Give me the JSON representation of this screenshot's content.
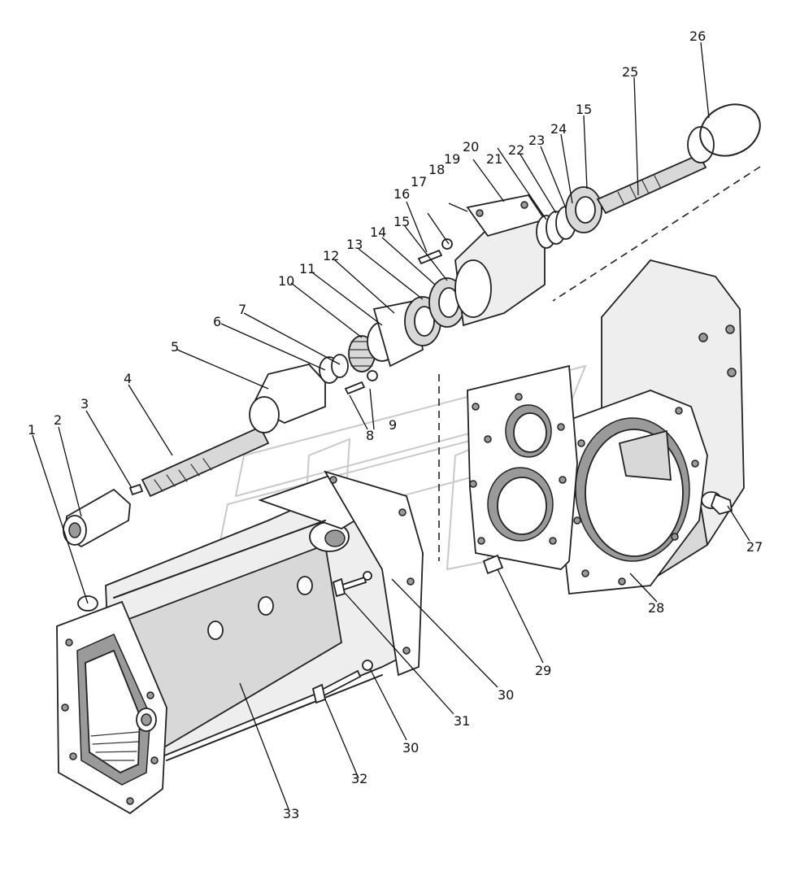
{
  "callouts": [
    {
      "id": "1",
      "label": "1"
    },
    {
      "id": "2",
      "label": "2"
    },
    {
      "id": "3",
      "label": "3"
    },
    {
      "id": "4",
      "label": "4"
    },
    {
      "id": "5",
      "label": "5"
    },
    {
      "id": "6",
      "label": "6"
    },
    {
      "id": "7",
      "label": "7"
    },
    {
      "id": "8",
      "label": "8"
    },
    {
      "id": "9",
      "label": "9"
    },
    {
      "id": "10",
      "label": "10"
    },
    {
      "id": "11",
      "label": "11"
    },
    {
      "id": "12",
      "label": "12"
    },
    {
      "id": "13",
      "label": "13"
    },
    {
      "id": "14",
      "label": "14"
    },
    {
      "id": "15a",
      "label": "15"
    },
    {
      "id": "16",
      "label": "16"
    },
    {
      "id": "17",
      "label": "17"
    },
    {
      "id": "18",
      "label": "18"
    },
    {
      "id": "19",
      "label": "19"
    },
    {
      "id": "20",
      "label": "20"
    },
    {
      "id": "21",
      "label": "21"
    },
    {
      "id": "22",
      "label": "22"
    },
    {
      "id": "23",
      "label": "23"
    },
    {
      "id": "24",
      "label": "24"
    },
    {
      "id": "15b",
      "label": "15"
    },
    {
      "id": "25",
      "label": "25"
    },
    {
      "id": "26",
      "label": "26"
    },
    {
      "id": "27",
      "label": "27"
    },
    {
      "id": "28",
      "label": "28"
    },
    {
      "id": "29",
      "label": "29"
    },
    {
      "id": "30a",
      "label": "30"
    },
    {
      "id": "31",
      "label": "31"
    },
    {
      "id": "30b",
      "label": "30"
    },
    {
      "id": "32",
      "label": "32"
    },
    {
      "id": "33",
      "label": "33"
    }
  ]
}
